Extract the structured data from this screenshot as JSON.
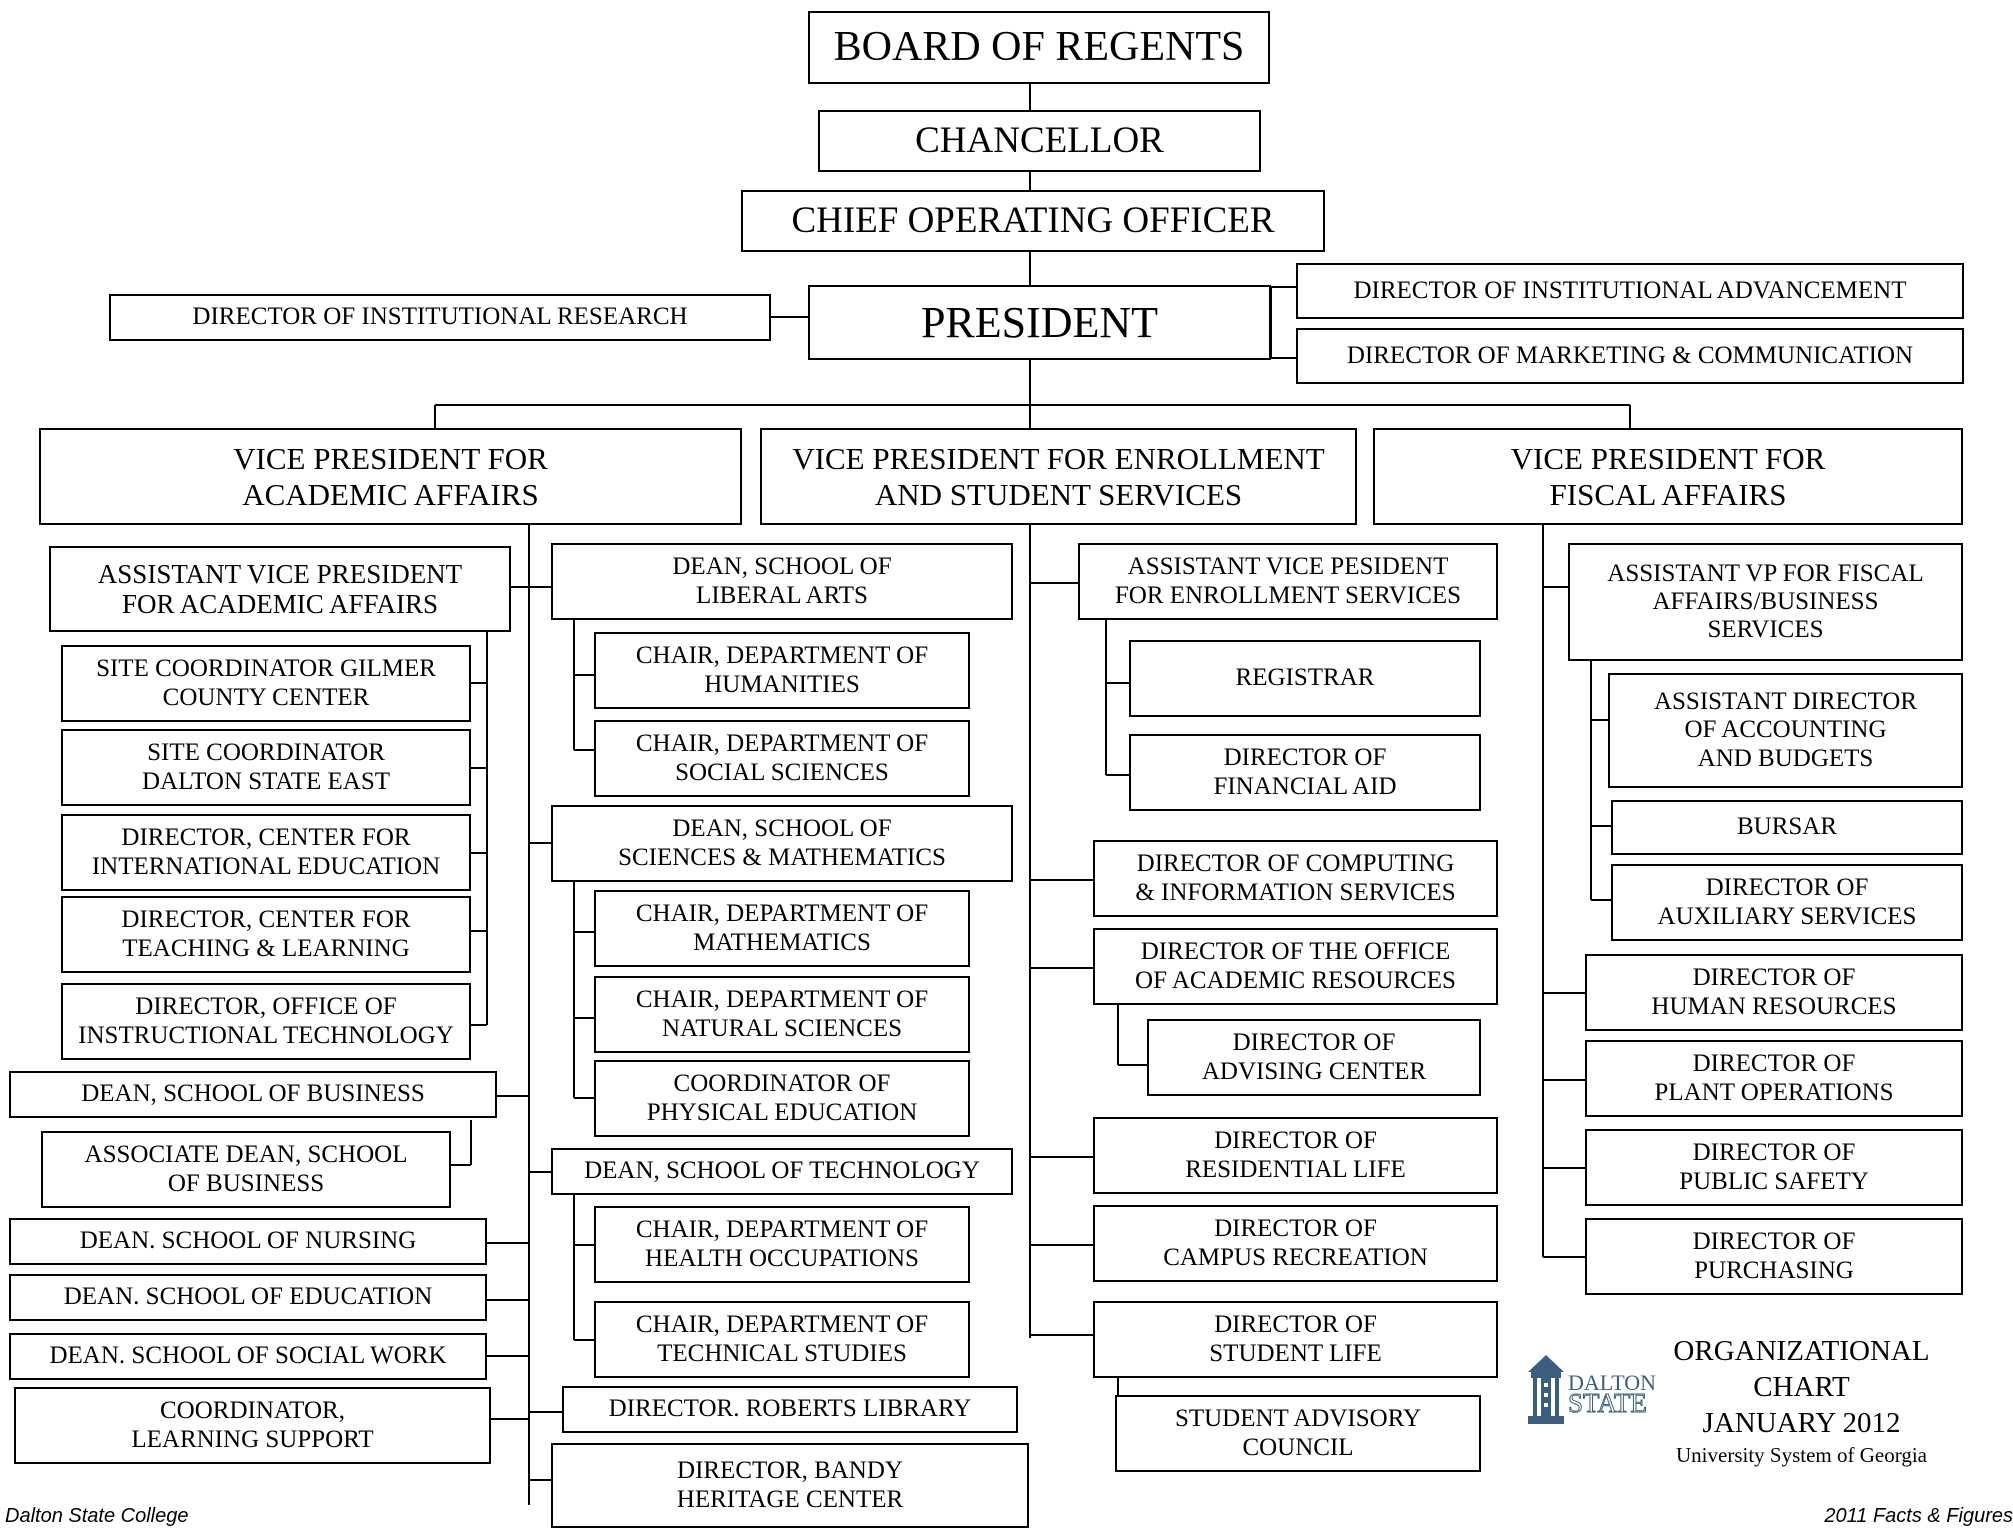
{
  "org_chart": {
    "board": [
      "BOARD OF REGENTS"
    ],
    "chancellor": [
      "CHANCELLOR"
    ],
    "coo": [
      "CHIEF OPERATING OFFICER"
    ],
    "president": [
      "PRESIDENT"
    ],
    "dir_inst_research": [
      "DIRECTOR OF INSTITUTIONAL RESEARCH"
    ],
    "dir_inst_advancement": [
      "DIRECTOR OF INSTITUTIONAL ADVANCEMENT"
    ],
    "dir_marketing": [
      "DIRECTOR OF MARKETING & COMMUNICATION"
    ],
    "vp_academic": [
      "VICE PRESIDENT FOR",
      "ACADEMIC AFFAIRS"
    ],
    "vp_enrollment": [
      "VICE PRESIDENT FOR ENROLLMENT",
      "AND STUDENT SERVICES"
    ],
    "vp_fiscal": [
      "VICE PRESIDENT FOR",
      "FISCAL AFFAIRS"
    ],
    "avp_academic": [
      "ASSISTANT VICE PRESIDENT",
      "FOR ACADEMIC AFFAIRS"
    ],
    "site_gilmer": [
      "SITE COORDINATOR GILMER",
      "COUNTY CENTER"
    ],
    "site_east": [
      "SITE COORDINATOR",
      "DALTON STATE EAST"
    ],
    "dir_intl": [
      "DIRECTOR, CENTER FOR",
      "INTERNATIONAL EDUCATION"
    ],
    "dir_teaching": [
      "DIRECTOR, CENTER FOR",
      "TEACHING & LEARNING"
    ],
    "dir_instr_tech": [
      "DIRECTOR, OFFICE OF",
      "INSTRUCTIONAL TECHNOLOGY"
    ],
    "dean_business": [
      "DEAN, SCHOOL OF BUSINESS"
    ],
    "assoc_dean_business": [
      "ASSOCIATE DEAN, SCHOOL",
      "OF BUSINESS"
    ],
    "dean_nursing": [
      "DEAN. SCHOOL OF NURSING"
    ],
    "dean_education": [
      "DEAN. SCHOOL OF EDUCATION"
    ],
    "dean_social_work": [
      "DEAN. SCHOOL OF SOCIAL WORK"
    ],
    "coord_learning": [
      "COORDINATOR,",
      "LEARNING SUPPORT"
    ],
    "dean_liberal": [
      "DEAN, SCHOOL OF",
      "LIBERAL ARTS"
    ],
    "chair_humanities": [
      "CHAIR, DEPARTMENT OF",
      "HUMANITIES"
    ],
    "chair_social": [
      "CHAIR, DEPARTMENT OF",
      "SOCIAL SCIENCES"
    ],
    "dean_sciences": [
      "DEAN, SCHOOL OF",
      "SCIENCES & MATHEMATICS"
    ],
    "chair_math": [
      "CHAIR, DEPARTMENT OF",
      "MATHEMATICS"
    ],
    "chair_natural": [
      "CHAIR, DEPARTMENT OF",
      "NATURAL SCIENCES"
    ],
    "coord_pe": [
      "COORDINATOR OF",
      "PHYSICAL EDUCATION"
    ],
    "dean_technology": [
      "DEAN, SCHOOL OF TECHNOLOGY"
    ],
    "chair_health": [
      "CHAIR, DEPARTMENT OF",
      "HEALTH OCCUPATIONS"
    ],
    "chair_technical": [
      "CHAIR, DEPARTMENT OF",
      "TECHNICAL STUDIES"
    ],
    "dir_library": [
      "DIRECTOR. ROBERTS LIBRARY"
    ],
    "dir_bandy": [
      "DIRECTOR, BANDY",
      "HERITAGE CENTER"
    ],
    "avp_enrollment": [
      "ASSISTANT VICE PESIDENT",
      "FOR ENROLLMENT SERVICES"
    ],
    "registrar": [
      "REGISTRAR"
    ],
    "dir_fin_aid": [
      "DIRECTOR OF",
      "FINANCIAL AID"
    ],
    "dir_computing": [
      "DIRECTOR OF COMPUTING",
      "& INFORMATION SERVICES"
    ],
    "dir_acad_resources": [
      "DIRECTOR OF THE OFFICE",
      "OF ACADEMIC RESOURCES"
    ],
    "dir_advising": [
      "DIRECTOR OF",
      "ADVISING CENTER"
    ],
    "dir_residential": [
      "DIRECTOR OF",
      "RESIDENTIAL LIFE"
    ],
    "dir_campus_rec": [
      "DIRECTOR OF",
      "CAMPUS RECREATION"
    ],
    "dir_student_life": [
      "DIRECTOR OF",
      "STUDENT LIFE"
    ],
    "student_council": [
      "STUDENT ADVISORY",
      "COUNCIL"
    ],
    "avp_fiscal": [
      "ASSISTANT VP FOR FISCAL",
      "AFFAIRS/BUSINESS",
      "SERVICES"
    ],
    "asst_dir_accounting": [
      "ASSISTANT DIRECTOR",
      "OF ACCOUNTING",
      "AND BUDGETS"
    ],
    "bursar": [
      "BURSAR"
    ],
    "dir_auxiliary": [
      "DIRECTOR OF",
      "AUXILIARY SERVICES"
    ],
    "dir_hr": [
      "DIRECTOR OF",
      "HUMAN RESOURCES"
    ],
    "dir_plant": [
      "DIRECTOR OF",
      "PLANT OPERATIONS"
    ],
    "dir_safety": [
      "DIRECTOR OF",
      "PUBLIC SAFETY"
    ],
    "dir_purchasing": [
      "DIRECTOR OF",
      "PURCHASING"
    ]
  },
  "chart_title": {
    "line1": "ORGANIZATIONAL",
    "line2": "CHART",
    "line3": "JANUARY 2012",
    "line4": "University System of Georgia"
  },
  "logo": {
    "line1": "DALTON",
    "line2": "STATE",
    "color": "#3d5f7f"
  },
  "footer": {
    "left": "Dalton State College",
    "right": "2011 Facts & Figures"
  }
}
